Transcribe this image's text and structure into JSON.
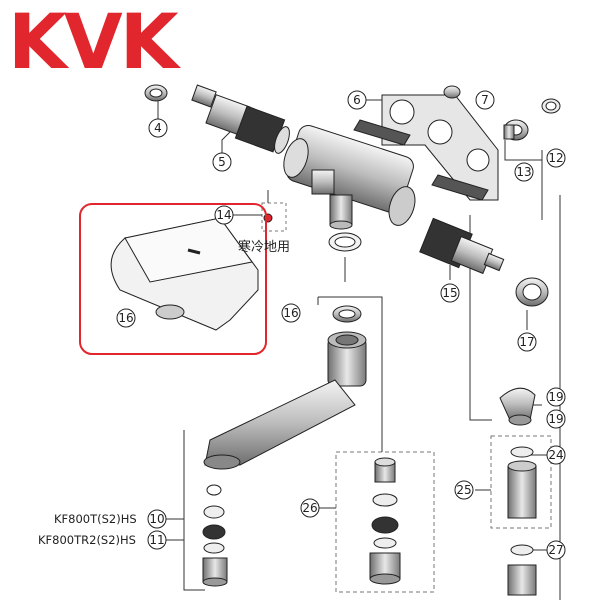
{
  "brand": {
    "logo_text": "KVK",
    "logo_color": "#e1262d"
  },
  "highlight_color": "#e1262d",
  "cold_region_note": "寒冷地用",
  "models": [
    {
      "name": "KF800T(S2)HS",
      "callout": "10"
    },
    {
      "name": "KF800TR2(S2)HS",
      "callout": "11"
    }
  ],
  "callouts": [
    "4",
    "5",
    "6",
    "7",
    "12",
    "13",
    "14",
    "15",
    "16",
    "16",
    "17",
    "19",
    "19",
    "24",
    "25",
    "26",
    "27"
  ]
}
